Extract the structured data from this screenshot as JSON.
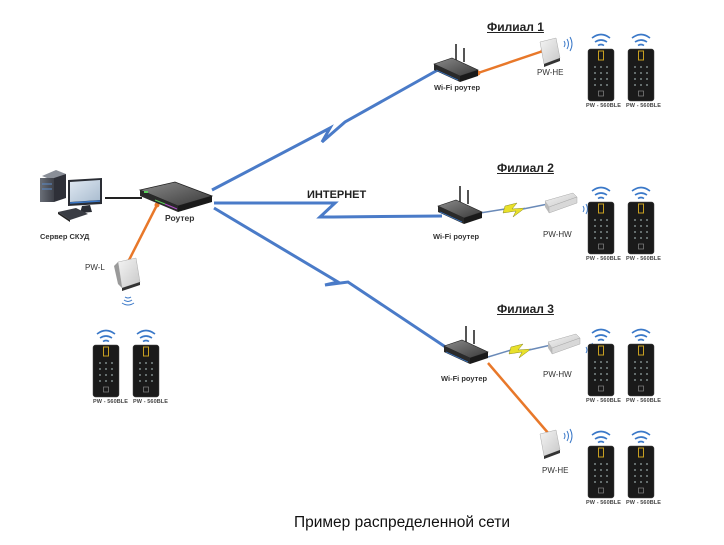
{
  "caption": "Пример распределенной сети",
  "internet_label": "ИНТЕРНЕТ",
  "colors": {
    "internet_link": "#4a7bc8",
    "wired_link": "#e8782a",
    "wireless_link": "#e8e02a",
    "lan_cable": "#222222",
    "reader_body": "#1a1a1a",
    "reader_led": "#c8a020",
    "wifi_waves": "#3a78c8"
  },
  "head_office": {
    "server_label": "Сервер СКУД",
    "router_label": "Роутер",
    "controller_label": "PW-L",
    "readers": [
      {
        "label": "PW - 560BLE"
      },
      {
        "label": "PW - 560BLE"
      }
    ]
  },
  "branches": [
    {
      "title": "Филиал 1",
      "router_label": "Wi-Fi роутер",
      "controllers": [
        {
          "label": "PW-HE",
          "link": "wired"
        }
      ],
      "readers": [
        {
          "label": "PW - 560BLE"
        },
        {
          "label": "PW - 560BLE"
        }
      ]
    },
    {
      "title": "Филиал 2",
      "router_label": "Wi-Fi роутер",
      "controllers": [
        {
          "label": "PW-HW",
          "link": "wireless"
        }
      ],
      "readers": [
        {
          "label": "PW - 560BLE"
        },
        {
          "label": "PW - 560BLE"
        }
      ]
    },
    {
      "title": "Филиал 3",
      "router_label": "Wi-Fi роутер",
      "controllers": [
        {
          "label": "PW-HW",
          "link": "wireless"
        },
        {
          "label": "PW-HE",
          "link": "wired"
        }
      ],
      "readers": [
        {
          "label": "PW - 560BLE"
        },
        {
          "label": "PW - 560BLE"
        },
        {
          "label": "PW - 560BLE"
        },
        {
          "label": "PW - 560BLE"
        }
      ]
    }
  ]
}
